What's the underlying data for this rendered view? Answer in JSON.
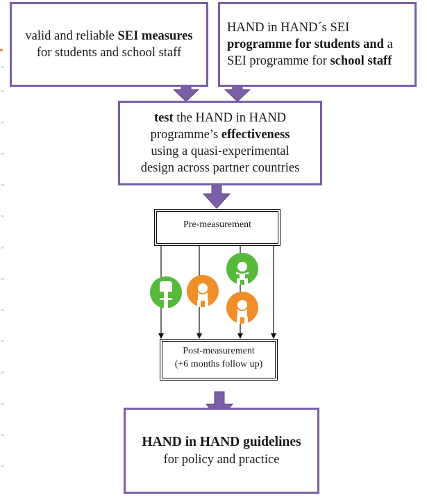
{
  "boxes": {
    "sei_measures": {
      "line1_pre": "valid and reliable ",
      "line1_bold": "SEI measures",
      "line2": "for students and school staff"
    },
    "programme": {
      "line1": "HAND in HAND´s SEI",
      "line2_bold": "programme for students and",
      "line2_post": " a",
      "line3_pre": "SEI programme for ",
      "line3_bold": "school staff"
    },
    "test": {
      "line1_bold": "test",
      "line1_post": " the HAND in HAND",
      "line2_pre": "programme’s ",
      "line2_bold": "effectiveness",
      "line3": "using a quasi-experimental",
      "line4": "design across partner countries"
    },
    "guidelines": {
      "title": "HAND in HAND guidelines",
      "subtitle": "for policy and practice"
    }
  },
  "measurements": {
    "pre": "Pre-measurement",
    "post_line1": "Post-measurement",
    "post_line2": "(+6 months follow up)"
  },
  "colors": {
    "box_border": "#7a5ea6",
    "arrow": "#7a5ea6",
    "arrow_dark": "#5c4587",
    "group_green": "#57b93b",
    "group_orange": "#f08e2a"
  },
  "icons": [
    "green-person-icon",
    "orange-person-icon",
    "green-person-icon",
    "orange-person-icon"
  ]
}
